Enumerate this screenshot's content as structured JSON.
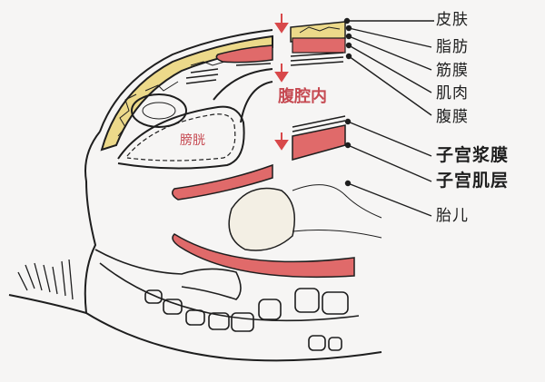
{
  "diagram": {
    "title": "",
    "colors": {
      "background": "#f6f5f4",
      "skin_fat": "#ecd98a",
      "muscle_red": "#e06a6a",
      "line": "#1e1e1e",
      "arrow": "#d8484a",
      "organ_label": "#c64a52",
      "fetus": "#f3efe4"
    },
    "organ_labels": {
      "abdominal_cavity": "腹腔内",
      "bladder": "膀胱"
    },
    "layer_labels": [
      {
        "id": "skin",
        "text": "皮肤"
      },
      {
        "id": "fat",
        "text": "脂肪"
      },
      {
        "id": "fascia",
        "text": "筋膜"
      },
      {
        "id": "muscle",
        "text": "肌肉"
      },
      {
        "id": "peritoneum",
        "text": "腹膜"
      }
    ],
    "uterus_labels": [
      {
        "id": "uterine-serosa",
        "text": "子宫浆膜"
      },
      {
        "id": "myometrium",
        "text": "子宫肌层"
      },
      {
        "id": "fetus",
        "text": "胎儿"
      }
    ],
    "arrows": [
      {
        "id": "arrow-1",
        "direction": "down"
      },
      {
        "id": "arrow-2",
        "direction": "down"
      },
      {
        "id": "arrow-3",
        "direction": "down"
      }
    ]
  }
}
